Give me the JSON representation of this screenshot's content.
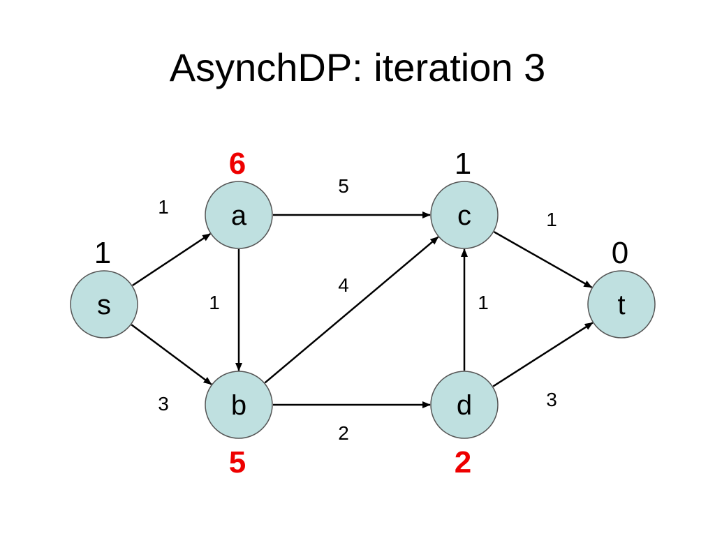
{
  "slide": {
    "title": "AsynchDP: iteration 3"
  },
  "colors": {
    "node_fill": "#bfe0e0",
    "node_stroke": "#555555",
    "value_normal": "#000000",
    "value_changed": "#ee0000"
  },
  "nodes": [
    {
      "id": "s",
      "label": "s",
      "value": "1",
      "changed": false
    },
    {
      "id": "a",
      "label": "a",
      "value": "6",
      "changed": true
    },
    {
      "id": "b",
      "label": "b",
      "value": "5",
      "changed": true
    },
    {
      "id": "c",
      "label": "c",
      "value": "1",
      "changed": false
    },
    {
      "id": "d",
      "label": "d",
      "value": "2",
      "changed": true
    },
    {
      "id": "t",
      "label": "t",
      "value": "0",
      "changed": false
    }
  ],
  "edges": [
    {
      "from": "s",
      "to": "a",
      "weight": "1"
    },
    {
      "from": "s",
      "to": "b",
      "weight": "3"
    },
    {
      "from": "a",
      "to": "b",
      "weight": "1"
    },
    {
      "from": "a",
      "to": "c",
      "weight": "5"
    },
    {
      "from": "b",
      "to": "c",
      "weight": "4"
    },
    {
      "from": "b",
      "to": "d",
      "weight": "2"
    },
    {
      "from": "d",
      "to": "c",
      "weight": "1"
    },
    {
      "from": "c",
      "to": "t",
      "weight": "1"
    },
    {
      "from": "d",
      "to": "t",
      "weight": "3"
    }
  ]
}
